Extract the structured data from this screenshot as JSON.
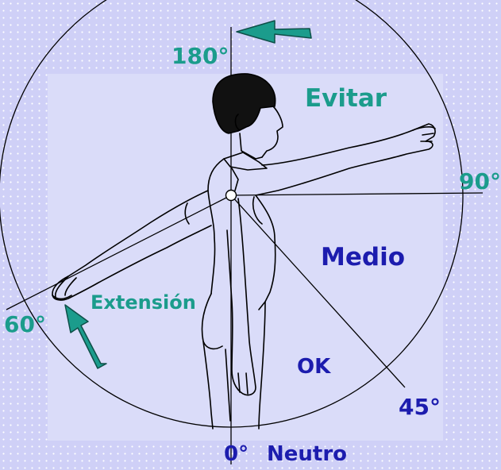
{
  "labels": {
    "deg_180": "180°",
    "evitar": "Evitar",
    "deg_90": "90°",
    "medio": "Medio",
    "extension": "Extensión",
    "deg_60": "60°",
    "ok": "OK",
    "deg_45": "45°",
    "deg_0": "0°",
    "neutro": "Neutro"
  },
  "colors": {
    "teal": "#1b9c8c",
    "blue": "#1c1cae",
    "background": "#cfd0f7",
    "panel": "#dadcf9"
  },
  "icons": [
    "rotation-arrow-top-icon",
    "rotation-arrow-bottom-left-icon"
  ]
}
